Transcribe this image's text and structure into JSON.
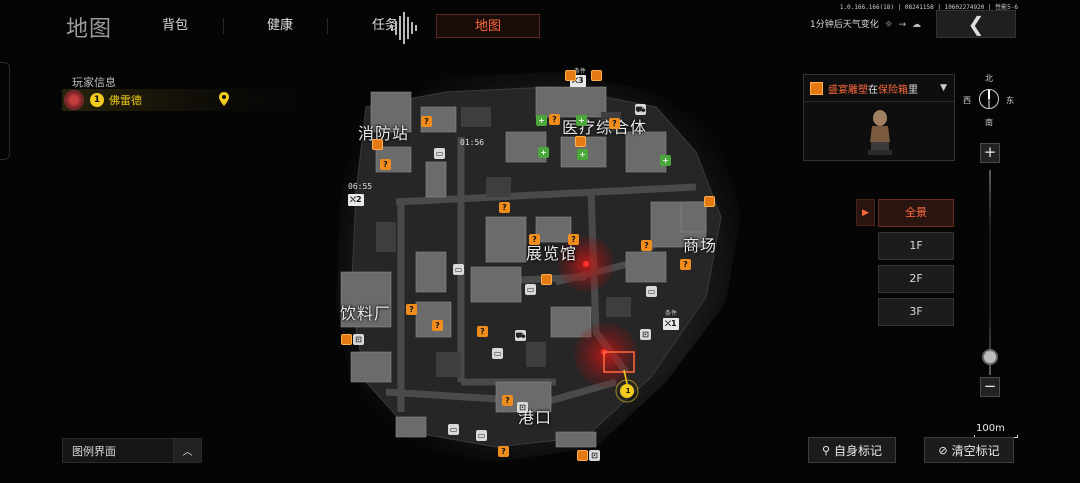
{
  "header": {
    "title": "地图",
    "tabs": [
      {
        "label": "背包",
        "active": false
      },
      {
        "label": "健康",
        "active": false
      },
      {
        "label": "任务",
        "active": false
      },
      {
        "label": "地图",
        "active": true
      }
    ],
    "version": "1.0.166.166(18) | 08241158 | 10602274920 | 性能5-6",
    "weather_text": "1分钟后天气变化",
    "weather_icons": [
      "sun-icon",
      "arrow-right-icon",
      "cloud-icon"
    ],
    "back_icon": "chevron-left-icon"
  },
  "player_panel": {
    "title": "玩家信息",
    "players": [
      {
        "number": "1",
        "name": "佛雷德",
        "color": "#f2cc1c"
      }
    ]
  },
  "legend": {
    "label": "图例界面",
    "toggle_icon": "chevron-up-icon"
  },
  "map": {
    "areas": [
      "消防站",
      "医疗综合体",
      "展览馆",
      "商场",
      "饮料厂",
      "港口"
    ],
    "timers": [
      "01:56",
      "06:55"
    ],
    "exits": [
      {
        "id": "x3",
        "label": "3",
        "condition": "条件"
      },
      {
        "id": "x2",
        "label": "2",
        "condition": ""
      },
      {
        "id": "x1",
        "label": "1",
        "condition": "条件"
      }
    ],
    "player_marker": "1",
    "colors": {
      "danger": "#e01818",
      "player": "#f2cc1c",
      "loot": "#f08d1d",
      "med": "#4aa73a"
    }
  },
  "quest": {
    "item": "盛宴雕塑",
    "connector": "在",
    "container": "保险箱",
    "suffix": "里",
    "expand_icon": "chevron-down-icon"
  },
  "compass": {
    "north": "北",
    "south": "南",
    "west": "西",
    "east": "东"
  },
  "floors": [
    {
      "label": "全景",
      "active": true
    },
    {
      "label": "1F",
      "active": false
    },
    {
      "label": "2F",
      "active": false
    },
    {
      "label": "3F",
      "active": false
    }
  ],
  "zoom": {
    "plus": "+",
    "minus": "−",
    "scale": "100m"
  },
  "actions": {
    "self_mark": "自身标记",
    "clear_marks": "清空标记"
  }
}
